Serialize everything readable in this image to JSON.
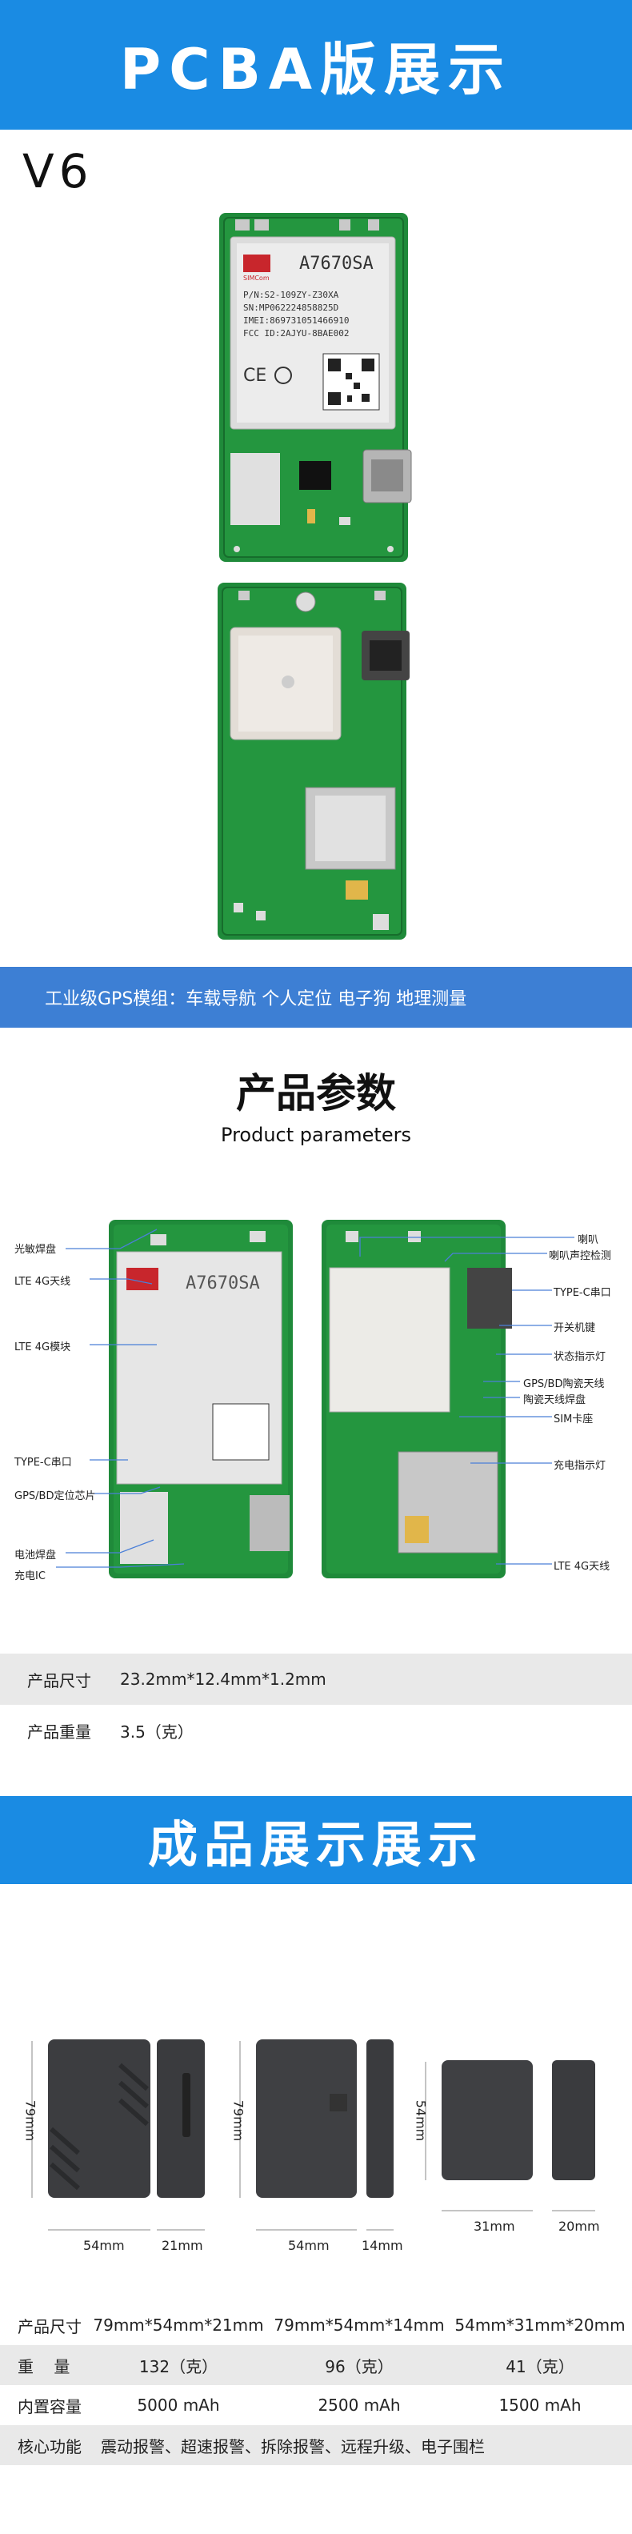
{
  "hero": {
    "title": "PCBA版展示"
  },
  "version": "V6",
  "module": {
    "brand": "SIMCom",
    "model": "A7670SA",
    "pn": "P/N:S2-109ZY-Z30XA",
    "sn": "SN:MP062224858825D",
    "imei": "IMEI:869731051466910",
    "fcc": "FCC ID:2AJYU-8BAE002"
  },
  "feature_strip": "工业级GPS模组：车载导航  个人定位  电子狗  地理测量",
  "params": {
    "title": "产品参数",
    "subtitle": "Product parameters",
    "callouts_left": [
      "光敏焊盘",
      "LTE 4G天线",
      "LTE 4G模块",
      "TYPE-C串口",
      "GPS/BD定位芯片",
      "电池焊盘",
      "充电IC"
    ],
    "callouts_right": [
      "喇叭",
      "喇叭声控检测",
      "TYPE-C串口",
      "开关机键",
      "状态指示灯",
      "GPS/BD陶瓷天线",
      "陶瓷天线焊盘",
      "SIM卡座",
      "充电指示灯",
      "LTE 4G天线"
    ],
    "specs": [
      {
        "label": "产品尺寸",
        "value": "23.2mm*12.4mm*1.2mm"
      },
      {
        "label": "产品重量",
        "value": "3.5（克）"
      }
    ]
  },
  "finished": {
    "title": "成品展示展示",
    "dims": {
      "d1_h": "79mm",
      "d1_w": "54mm",
      "d1_d": "21mm",
      "d2_h": "79mm",
      "d2_w": "54mm",
      "d2_d": "14mm",
      "d3_h": "54mm",
      "d3_w": "31mm",
      "d3_d": "20mm"
    },
    "table": [
      {
        "label": "产品尺寸",
        "cols": [
          "79mm*54mm*21mm",
          "79mm*54mm*14mm",
          "54mm*31mm*20mm"
        ]
      },
      {
        "label": "重    量",
        "cols": [
          "132（克）",
          "96（克）",
          "41（克）"
        ]
      },
      {
        "label": "内置容量",
        "cols": [
          "5000 mAh",
          "2500 mAh",
          "1500 mAh"
        ]
      }
    ],
    "core_label": "核心功能",
    "core_value": "震动报警、超速报警、拆除报警、远程升级、电子围栏"
  },
  "colors": {
    "banner": "#1a8be3",
    "strip": "#3d7fd4",
    "pcb": "#1f8a3a",
    "row_alt": "#e9e9e9"
  }
}
